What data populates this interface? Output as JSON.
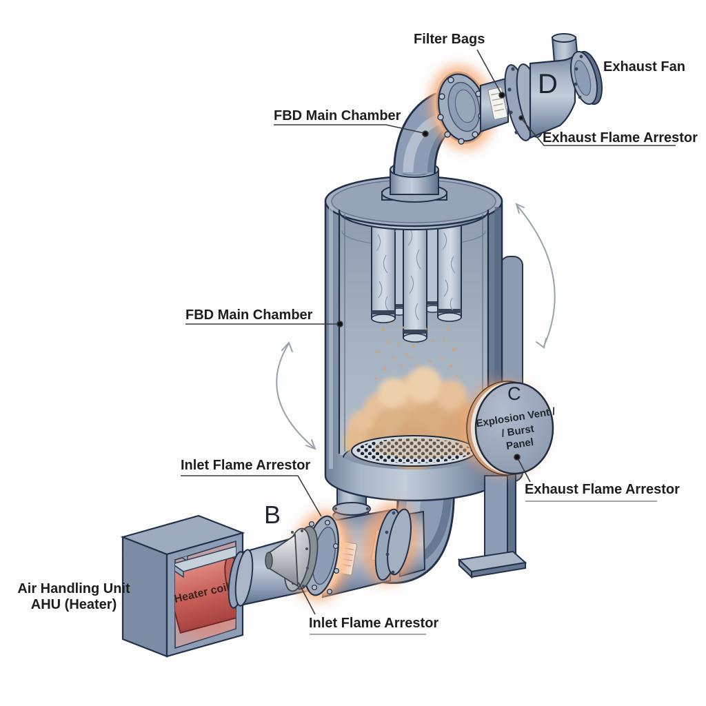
{
  "diagram": {
    "labels": {
      "filter_bags": "Filter Bags",
      "exhaust_fan": "Exhaust Fan",
      "exhaust_flame_arrestor_top": "Exhaust Flame Arrestor",
      "fbd_main_chamber_top": "FBD Main Chamber",
      "fbd_main_chamber_side": "FBD Main Chamber",
      "inlet_flame_arrestor_upper": "Inlet Flame Arrestor",
      "inlet_flame_arrestor_lower": "Inlet Flame Arrestor",
      "exhaust_flame_arrestor_bottom": "Exhaust Flame Arrestor",
      "air_handling_unit_line1": "Air Handling Unit",
      "air_handling_unit_line2": "AHU (Heater)",
      "heater_coil": "Heater coil",
      "explosion_vent_line1": "Explosion Vent /",
      "explosion_vent_line2": "/ Burst",
      "explosion_vent_line3": "Panel"
    },
    "markers": {
      "b": "B",
      "c": "C",
      "d": "D"
    },
    "colors": {
      "steel_mid": "#8d9db5",
      "steel_light": "#b9c5d3",
      "steel_dark": "#5e7089",
      "outline": "#22304a",
      "dust": "#e2ba90",
      "glow_orange": "#f5a674",
      "copper_rim": "#cf9a76",
      "heater_red": "#c25b54",
      "label_text": "#1d1d1f",
      "arrow_gray": "#9aa2ab",
      "background": "#fdfdfd"
    }
  }
}
